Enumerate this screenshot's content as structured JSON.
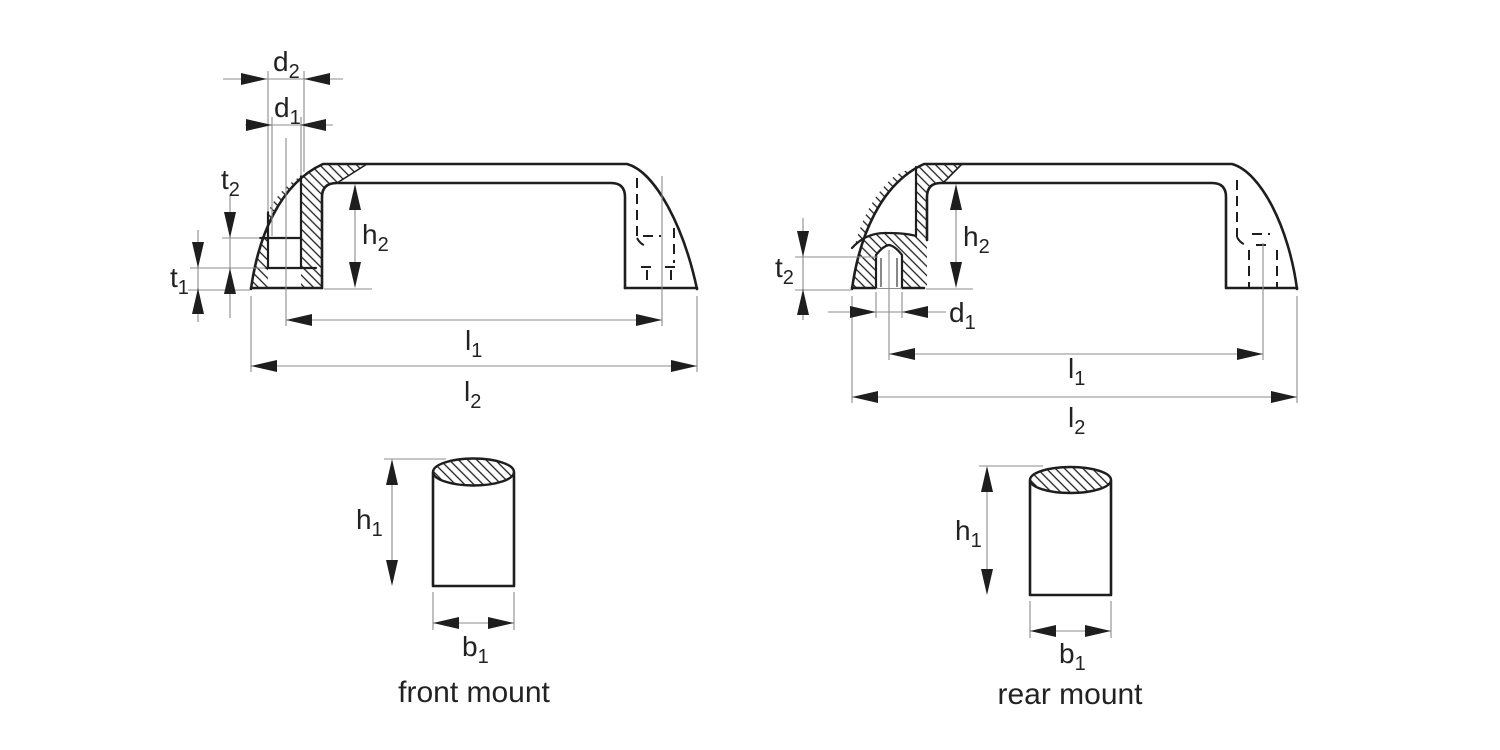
{
  "figure": {
    "type": "technical-drawing",
    "line_color": "#1e1e1e",
    "dim_line_color": "#8d8d8d",
    "views": {
      "front": {
        "caption": "front mount",
        "dims": {
          "d2": {
            "base": "d",
            "sub": "2"
          },
          "d1": {
            "base": "d",
            "sub": "1"
          },
          "t2": {
            "base": "t",
            "sub": "2"
          },
          "t1": {
            "base": "t",
            "sub": "1"
          },
          "h2": {
            "base": "h",
            "sub": "2"
          },
          "l1": {
            "base": "l",
            "sub": "1"
          },
          "l2": {
            "base": "l",
            "sub": "2"
          },
          "h1": {
            "base": "h",
            "sub": "1"
          },
          "b1": {
            "base": "b",
            "sub": "1"
          }
        }
      },
      "rear": {
        "caption": "rear mount",
        "dims": {
          "t2": {
            "base": "t",
            "sub": "2"
          },
          "d1": {
            "base": "d",
            "sub": "1"
          },
          "h2": {
            "base": "h",
            "sub": "2"
          },
          "l1": {
            "base": "l",
            "sub": "1"
          },
          "l2": {
            "base": "l",
            "sub": "2"
          },
          "h1": {
            "base": "h",
            "sub": "1"
          },
          "b1": {
            "base": "b",
            "sub": "1"
          }
        }
      }
    }
  }
}
